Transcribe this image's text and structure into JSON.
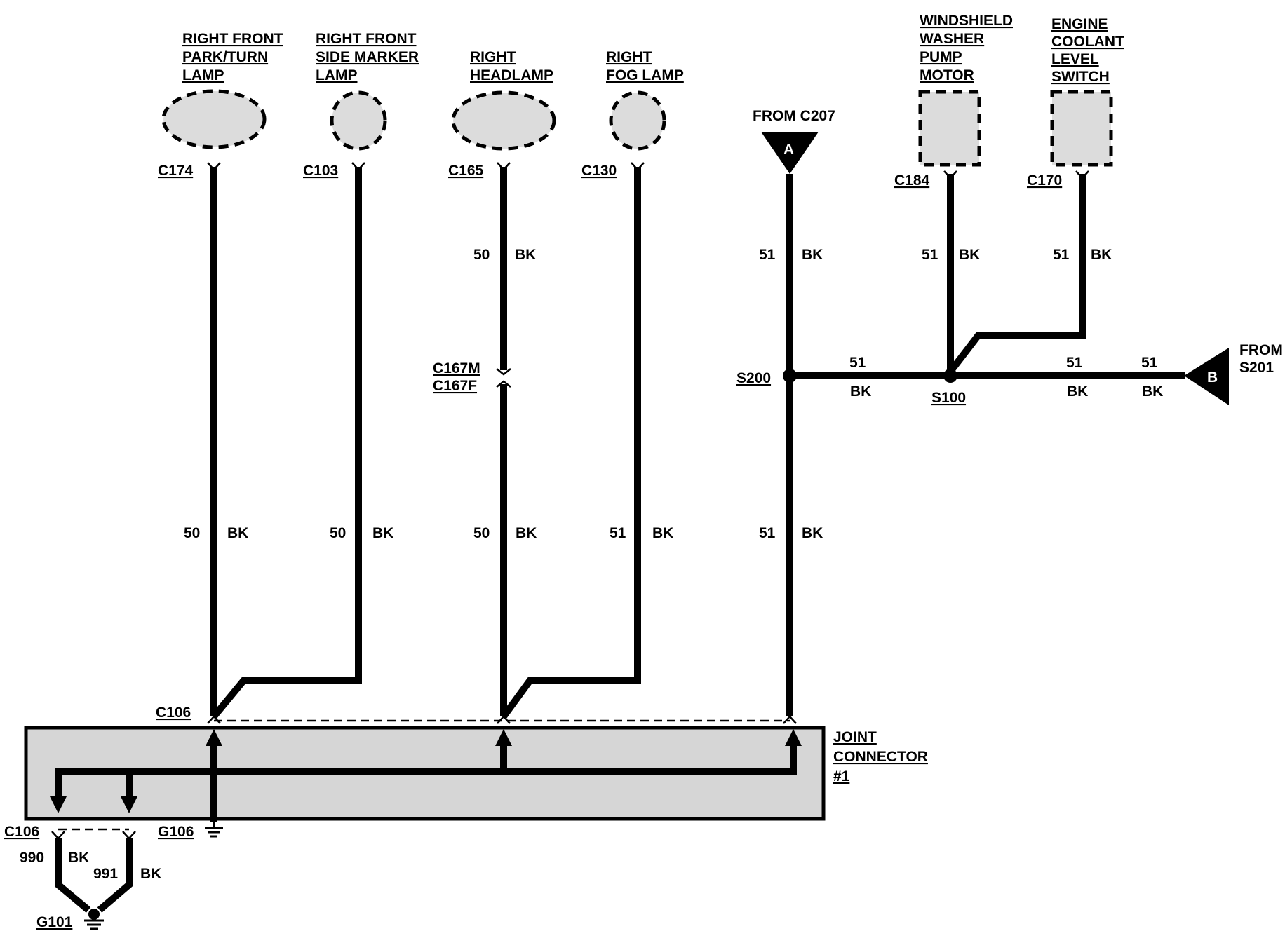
{
  "components": {
    "park_turn": [
      "RIGHT FRONT",
      "PARK/TURN",
      "LAMP"
    ],
    "side_marker": [
      "RIGHT FRONT",
      "SIDE MARKER",
      "LAMP"
    ],
    "headlamp": [
      "RIGHT",
      "HEADLAMP"
    ],
    "fog_lamp": [
      "RIGHT",
      "FOG LAMP"
    ],
    "washer_motor": [
      "WINDSHIELD",
      "WASHER",
      "PUMP",
      "MOTOR"
    ],
    "coolant_switch": [
      "ENGINE",
      "COOLANT",
      "LEVEL",
      "SWITCH"
    ],
    "joint_connector": [
      "JOINT",
      "CONNECTOR",
      "#1"
    ]
  },
  "connectors": {
    "c174": "C174",
    "c103": "C103",
    "c165": "C165",
    "c130": "C130",
    "c184": "C184",
    "c170": "C170",
    "c167m": "C167M",
    "c167f": "C167F",
    "c106_top": "C106",
    "c106_bottom": "C106",
    "g106": "G106",
    "g101": "G101"
  },
  "splices": {
    "s200": "S200",
    "s100": "S100"
  },
  "offpage": {
    "a_text": "FROM C207",
    "a_letter": "A",
    "b_text": [
      "FROM",
      "S201"
    ],
    "b_letter": "B"
  },
  "wire_labels": {
    "w50": "50",
    "w51": "51",
    "w990": "990",
    "w991": "991",
    "color_bk": "BK"
  },
  "colors": {
    "wire": "#000000",
    "component_fill": "#dcdcdc",
    "connector_fill": "#d6d6d6"
  }
}
